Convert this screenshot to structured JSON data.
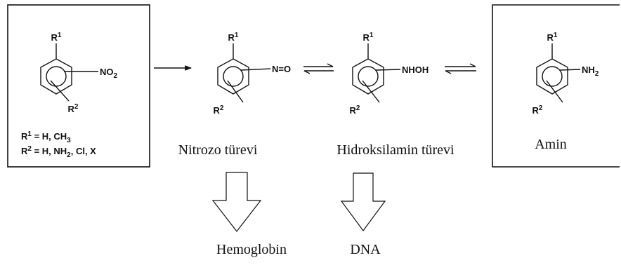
{
  "colors": {
    "ink": "#111111",
    "background": "#ffffff"
  },
  "nitro": {
    "r1": "R1",
    "group": "NO2",
    "r2": "R2",
    "def1": "R1 = H, CH3",
    "def2": "R2 = H, NH2, Cl, X"
  },
  "nitroso": {
    "r1": "R1",
    "group": "N=O",
    "r2": "R2",
    "label": "Nitrozo türevi"
  },
  "hydroxylamine": {
    "r1": "R1",
    "group": "NHOH",
    "r2": "R2",
    "label": "Hidroksilamin türevi"
  },
  "amine": {
    "r1": "R1",
    "group": "NH2",
    "r2": "R2",
    "label": "Amin"
  },
  "targets": {
    "hemoglobin": "Hemoglobin",
    "dna": "DNA"
  }
}
